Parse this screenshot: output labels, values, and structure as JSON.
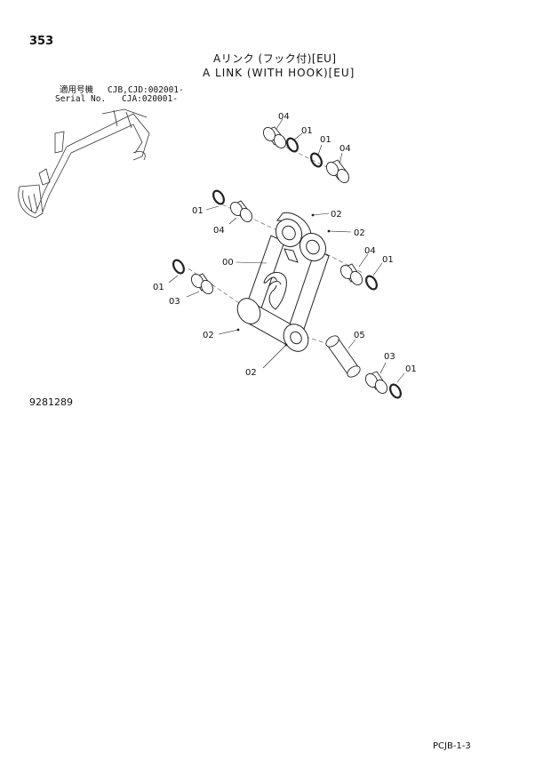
{
  "header": {
    "page_number": "353",
    "title_jp": "Aリンク (フック付)[EU]",
    "title_en": "A LINK (WITH HOOK)[EU]"
  },
  "serial": {
    "label_jp": "適用号機",
    "value_1": "CJB,CJD:002001-",
    "label_en": "Serial No.",
    "value_2": "CJA:020001-"
  },
  "figure": {
    "figure_number": "9281289",
    "callouts": [
      "04",
      "01",
      "01",
      "04",
      "02",
      "01",
      "04",
      "02",
      "00",
      "04",
      "01",
      "01",
      "03",
      "02",
      "05",
      "02",
      "03",
      "01"
    ]
  },
  "footer": {
    "page_code": "PCJB-1-3"
  }
}
